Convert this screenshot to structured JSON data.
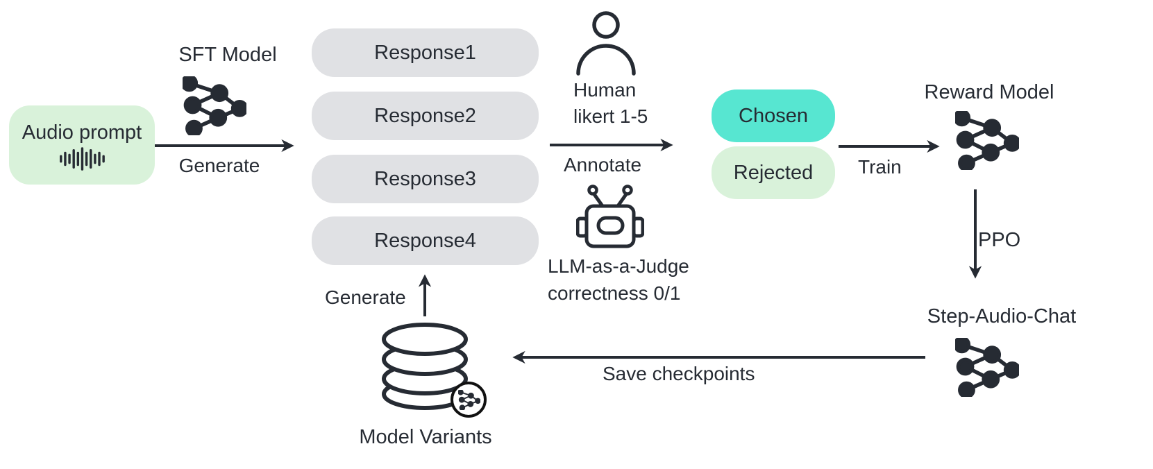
{
  "colors": {
    "ink": "#262B33",
    "green_box": "#D9F2DA",
    "teal_box": "#57E6D1",
    "gray_box": "#E0E1E4"
  },
  "audio_prompt": {
    "label": "Audio prompt"
  },
  "sft": {
    "title": "SFT Model",
    "arrow_label": "Generate"
  },
  "responses": [
    "Response1",
    "Response2",
    "Response3",
    "Response4"
  ],
  "human": {
    "line1": "Human",
    "line2": "likert 1-5"
  },
  "annotate": {
    "arrow_label": "Annotate"
  },
  "judge": {
    "line1": "LLM-as-a-Judge",
    "line2": "correctness 0/1"
  },
  "preference": {
    "chosen": "Chosen",
    "rejected": "Rejected"
  },
  "train": {
    "arrow_label": "Train"
  },
  "reward": {
    "title": "Reward Model"
  },
  "ppo": {
    "arrow_label": "PPO"
  },
  "step_audio": {
    "title": "Step-Audio-Chat"
  },
  "save": {
    "arrow_label": "Save checkpoints"
  },
  "variants": {
    "title": "Model Variants",
    "arrow_label": "Generate"
  }
}
